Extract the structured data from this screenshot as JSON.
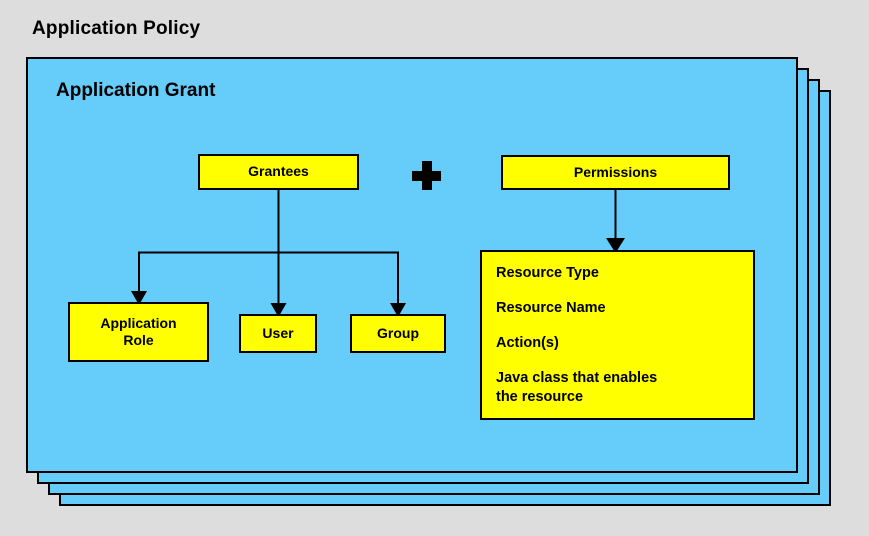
{
  "diagram": {
    "policy_title": "Application Policy",
    "grant_title": "Application Grant",
    "operator": "+",
    "colors": {
      "background": "#dddddd",
      "card": "#66ccfa",
      "box": "#ffff00",
      "stroke": "#000000"
    },
    "grantees": {
      "label": "Grantees",
      "children": [
        {
          "label_line1": "Application",
          "label_line2": "Role"
        },
        {
          "label_line1": "User",
          "label_line2": ""
        },
        {
          "label_line1": "Group",
          "label_line2": ""
        }
      ]
    },
    "permissions": {
      "label": "Permissions",
      "details": [
        "Resource Type",
        "Resource Name",
        "Action(s)",
        "Java class that enables\nthe resource"
      ]
    },
    "stack_count": 4
  }
}
